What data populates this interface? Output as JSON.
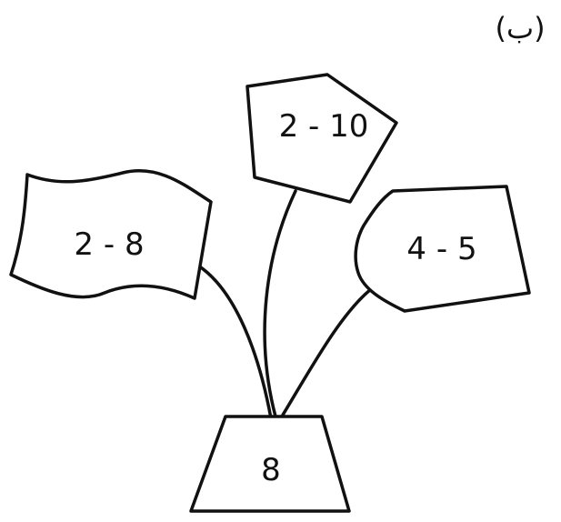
{
  "part_label": "(ب)",
  "pot": {
    "value": "8"
  },
  "flowers": [
    {
      "shape": "flag",
      "text": "2 - 8"
    },
    {
      "shape": "pentagon",
      "text": "2 - 10"
    },
    {
      "shape": "tag",
      "text": "4 - 5"
    }
  ]
}
